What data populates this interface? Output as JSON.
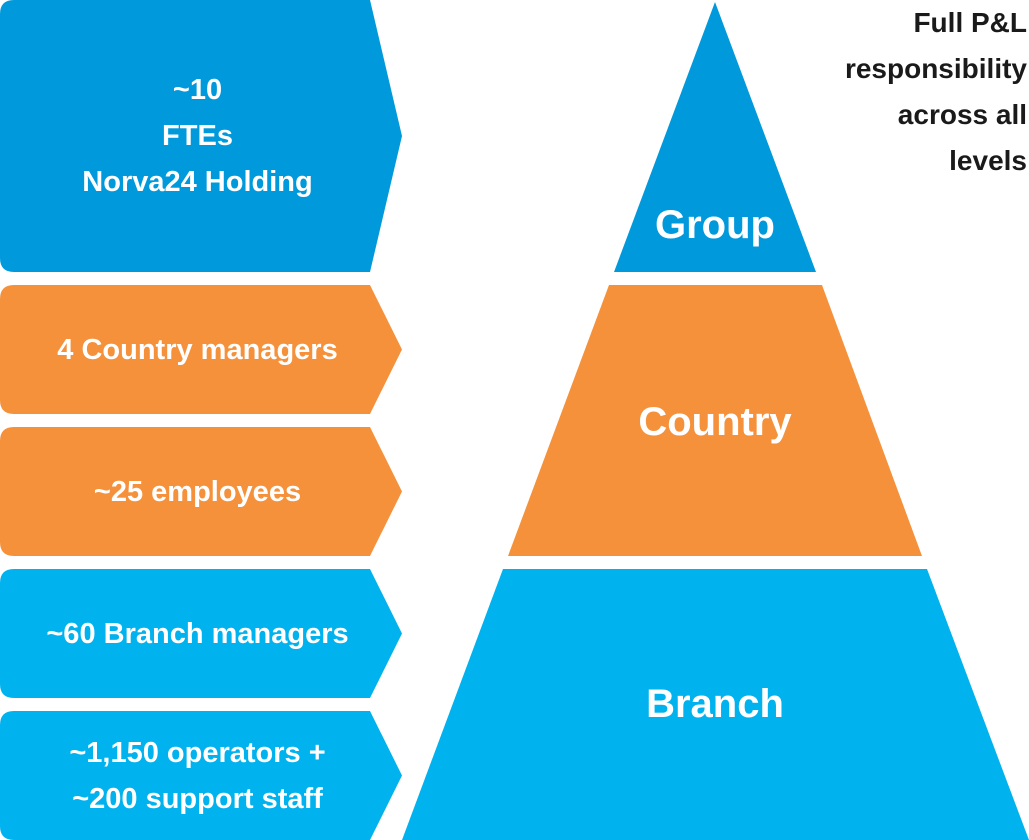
{
  "colors": {
    "group": "#0099DB",
    "country": "#F5913A",
    "branch": "#00B2EE",
    "text_dark": "#1a1a1a"
  },
  "left_boxes": [
    {
      "lines": [
        "~10",
        "FTEs",
        "Norva24 Holding"
      ],
      "color": "#0099DB"
    },
    {
      "lines": [
        "4 Country managers"
      ],
      "color": "#F5913A"
    },
    {
      "lines": [
        "~25 employees"
      ],
      "color": "#F5913A"
    },
    {
      "lines": [
        "~60 Branch managers"
      ],
      "color": "#00B2EE"
    },
    {
      "lines": [
        "~1,150 operators +",
        "~200 support staff"
      ],
      "color": "#00B2EE"
    }
  ],
  "pyramid": {
    "group": "Group",
    "country": "Country",
    "branch": "Branch"
  },
  "note": {
    "lines": [
      "Full P&L",
      "responsibility",
      "across all",
      "levels"
    ]
  }
}
